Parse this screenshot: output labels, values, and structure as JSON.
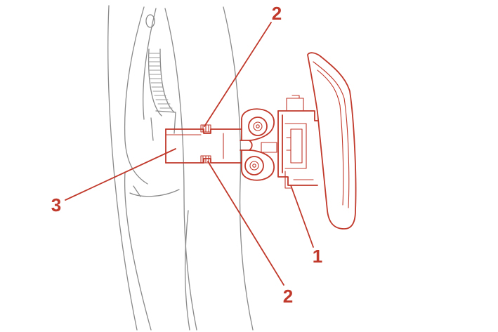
{
  "colors": {
    "part_highlight": "#c0392b",
    "body_outline": "#8a8a8a",
    "background": "#ffffff"
  },
  "callouts": {
    "label_1": "1",
    "label_2_top": "2",
    "label_2_bottom": "2",
    "label_3": "3"
  }
}
